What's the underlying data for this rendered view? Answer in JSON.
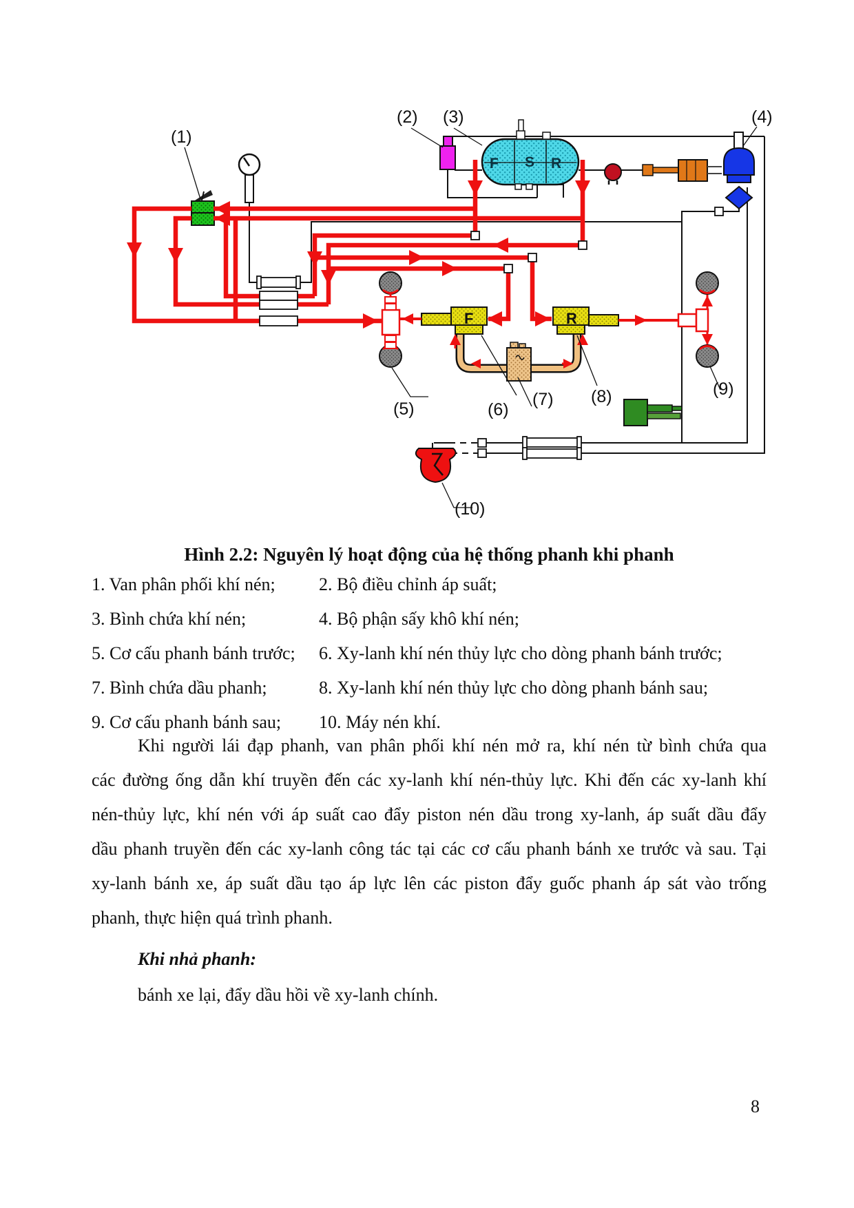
{
  "page": {
    "number": "8"
  },
  "figure": {
    "caption": "Hình 2.2: Nguyên lý hoạt động của hệ thống phanh khi phanh",
    "labels": {
      "l1": "(1)",
      "l2": "(2)",
      "l3": "(3)",
      "l4": "(4)",
      "l5": "(5)",
      "l6": "(6)",
      "l7": "(7)",
      "l8": "(8)",
      "l9": "(9)",
      "l10": "(10)"
    },
    "tank_letters": {
      "front": "F",
      "supply": "S",
      "rear": "R"
    },
    "valve_letters": {
      "front": "F",
      "rear": "R"
    },
    "colors": {
      "pipe_red": "#ee1111",
      "tank_cyan": "#4fd8e8",
      "valve_green": "#1dc31d",
      "valve_yellow": "#e8df12",
      "pink_regulator": "#ee22ee",
      "dryer_blue": "#1636e6",
      "oil_tan": "#f0c080",
      "wheel_gray": "#8a8a8a",
      "governor_dark_red": "#c01020",
      "unloader_orange": "#e07818",
      "bottom_valve_green": "#2f8b22"
    }
  },
  "legend": {
    "rows": [
      {
        "left": "1. Van phân phối khí nén;",
        "right": "2. Bộ điều chỉnh áp suất;"
      },
      {
        "left": "3. Bình chứa khí nén;",
        "right": "4. Bộ phận sấy khô khí nén;"
      },
      {
        "left": "5. Cơ cấu phanh bánh trước;",
        "right": "6. Xy-lanh khí nén thủy lực cho dòng phanh bánh trước;"
      },
      {
        "left": "7. Bình chứa dầu phanh;",
        "right": "8. Xy-lanh khí nén thủy lực cho dòng phanh bánh sau;"
      },
      {
        "left": "9. Cơ cấu phanh bánh sau;",
        "right": "10. Máy nén khí."
      }
    ]
  },
  "body": {
    "paragraph_lines": [
      "Khi người lái đạp phanh, van phân phối khí nén mở ra, khí nén từ bình chứa qua",
      "các đường ống dẫn khí truyền đến các xy-lanh khí nén-thủy lực. Khi đến các xy-lanh khí",
      "nén-thủy lực, khí nén với áp suất cao đẩy piston nén dầu trong xy-lanh, áp suất dầu đẩy",
      "dầu phanh truyền đến các xy-lanh công tác tại các cơ cấu phanh bánh xe trước và sau. Tại",
      "xy-lanh bánh xe, áp suất dầu tạo áp lực lên các piston đẩy guốc phanh áp sát vào trống",
      "phanh, thực hiện quá trình phanh."
    ],
    "heading": "Khi nhả phanh:",
    "closing_line": "bánh xe lại, đẩy dầu hồi về xy-lanh chính."
  }
}
